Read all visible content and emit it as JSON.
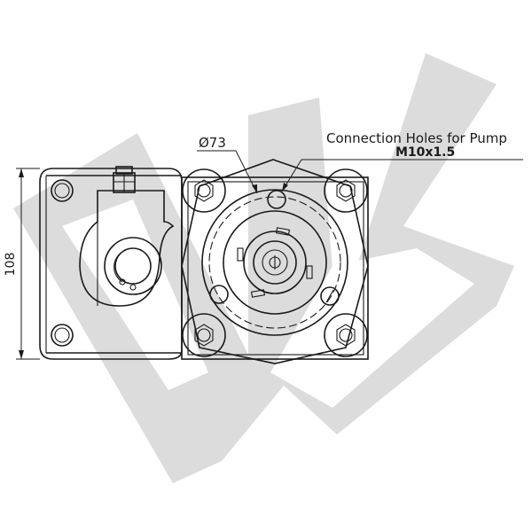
{
  "drawing": {
    "diameter_label": "Ø73",
    "height_dimension_label": "108",
    "callout_title": "Connection Holes for Pump",
    "callout_thread": "M10x1.5"
  },
  "watermark": {
    "color": "#dcdcdc"
  }
}
